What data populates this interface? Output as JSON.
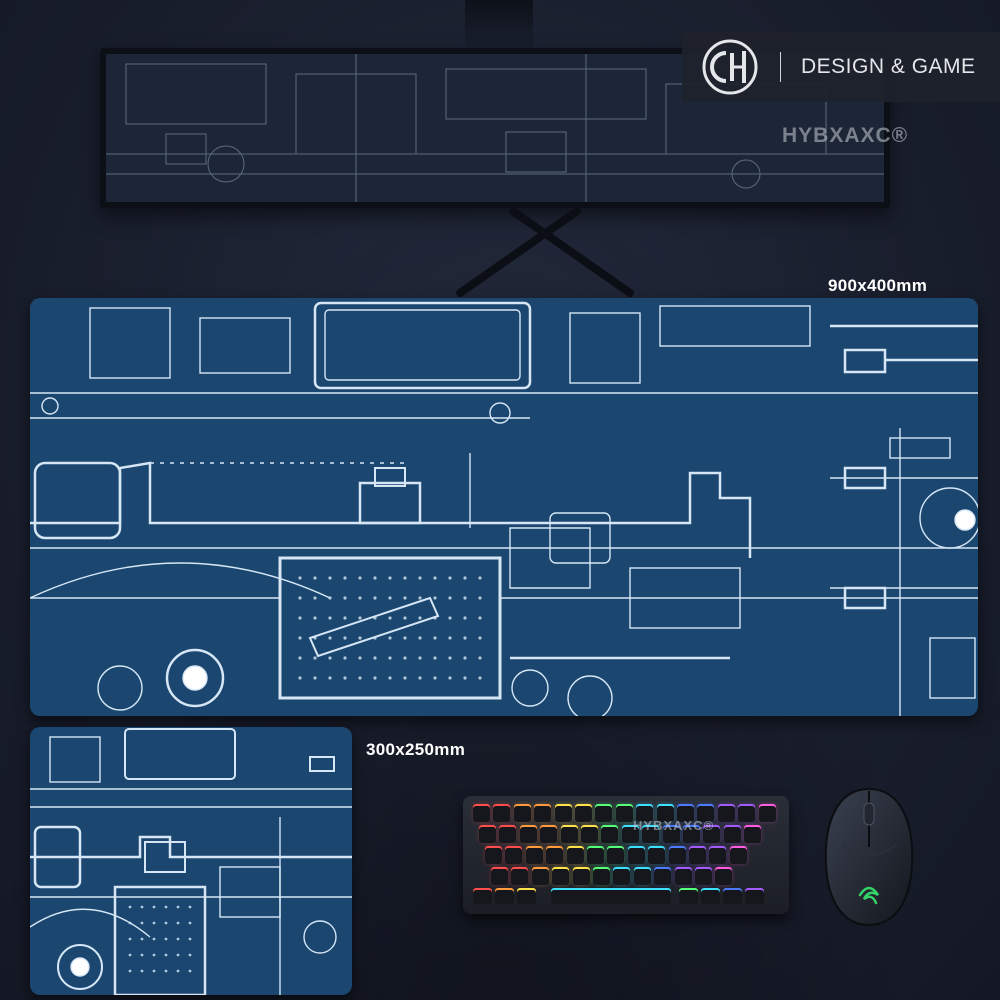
{
  "brand": {
    "badge_text": "DESIGN & GAME",
    "logo_icon": "ch-monogram-logo",
    "watermark": "HYBXAXC®"
  },
  "products": {
    "large_mat": {
      "size_label": "900x400mm",
      "color": "#1a4670"
    },
    "small_mat": {
      "size_label": "300x250mm",
      "color": "#1a4670"
    },
    "keyboard": {
      "rgb_colors": [
        "#ff4d4d",
        "#ff9a3d",
        "#ffe14a",
        "#56ff78",
        "#3de0ff",
        "#4d7bff",
        "#a35bff",
        "#ff5be0"
      ]
    },
    "mouse": {
      "logo_icon": "snake-logo-icon",
      "accent": "#35d46a"
    }
  },
  "colors": {
    "blueprint_line": "#d6e6f5",
    "background": "#1a1f2e"
  }
}
